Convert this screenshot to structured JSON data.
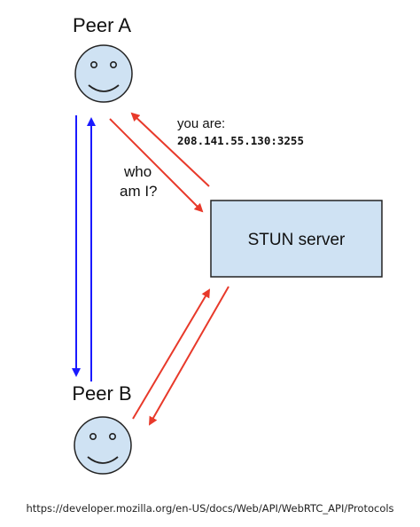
{
  "peers": [
    {
      "name": "Peer A"
    },
    {
      "name": "Peer B"
    }
  ],
  "server": {
    "label": "STUN server"
  },
  "messages": {
    "request": [
      "who",
      "am I?"
    ],
    "response_prefix": "you are:",
    "response_address": "208.141.55.130:3255"
  },
  "source_url": "https://developer.mozilla.org/en-US/docs/Web/API/WebRTC_API/Protocols",
  "colors": {
    "face_fill": "#cfe2f3",
    "server_fill": "#cfe2f3",
    "peer_link": "#1a1aff",
    "server_link": "#e8392a",
    "outline": "#222222"
  }
}
